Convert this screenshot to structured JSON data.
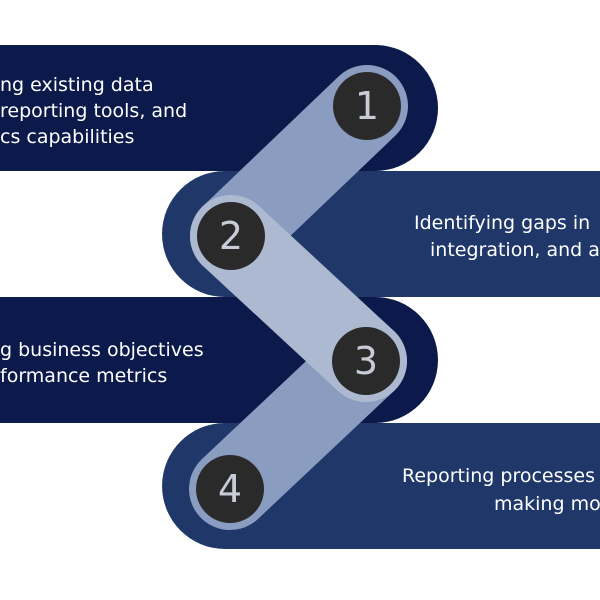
{
  "colors": {
    "band_dark": "#0b1a4b",
    "band_mid": "#1f3869",
    "connector_1": "#8a9cc0",
    "connector_2": "#b3bfd4",
    "connector_3": "#8a9cc0",
    "badge_fill": "#2a2a2a",
    "badge_text": "#c8ccd6"
  },
  "steps": [
    {
      "number": "1",
      "lines": [
        "ng existing data",
        "reporting tools, and",
        "cs capabilities"
      ]
    },
    {
      "number": "2",
      "lines": [
        "Identifying gaps in",
        "integration, and a"
      ]
    },
    {
      "number": "3",
      "lines": [
        "g business objectives",
        "formance metrics"
      ]
    },
    {
      "number": "4",
      "lines": [
        "Reporting processes",
        "making mo"
      ]
    }
  ]
}
